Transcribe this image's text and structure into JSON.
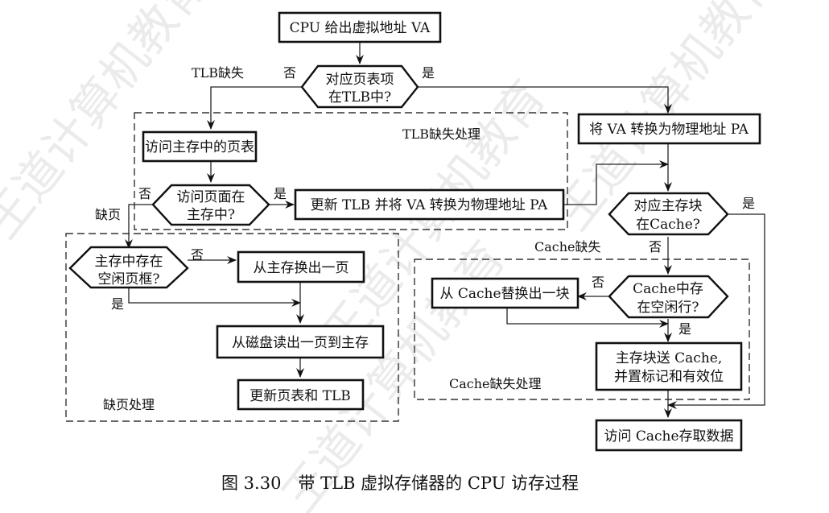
{
  "watermark": "王道计算机教育",
  "caption": "图 3.30　带 TLB 虚拟存储器的 CPU 访存过程",
  "regions": {
    "tlb_miss": "TLB缺失处理",
    "page_fault": "缺页处理",
    "cache_miss": "Cache缺失处理"
  },
  "nodes": {
    "start": "CPU 给出虚拟地址 VA",
    "in_tlb": [
      "对应页表项",
      "在TLB中?"
    ],
    "access_page_table": "访问主存中的页表",
    "page_in_memory": [
      "访问页面在",
      "主存中?"
    ],
    "update_tlb": "更新 TLB 并将 VA 转换为物理地址 PA",
    "va_to_pa": "将 VA 转换为物理地址 PA",
    "block_in_cache": [
      "对应主存块",
      "在Cache?"
    ],
    "free_frame": [
      "主存中存在",
      "空闲页框?"
    ],
    "swap_out_page": "从主存换出一页",
    "read_disk": "从磁盘读出一页到主存",
    "update_pt_tlb": "更新页表和 TLB",
    "cache_free_line": [
      "Cache中存",
      "在空闲行?"
    ],
    "replace_block": "从 Cache替换出一块",
    "send_block": [
      "主存块送 Cache,",
      "并置标记和有效位"
    ],
    "access_cache": "访问 Cache存取数据"
  },
  "edge_labels": {
    "tlb_miss": "TLB缺失",
    "no": "否",
    "yes": "是",
    "page_fault": "缺页",
    "cache_miss": "Cache缺失"
  }
}
